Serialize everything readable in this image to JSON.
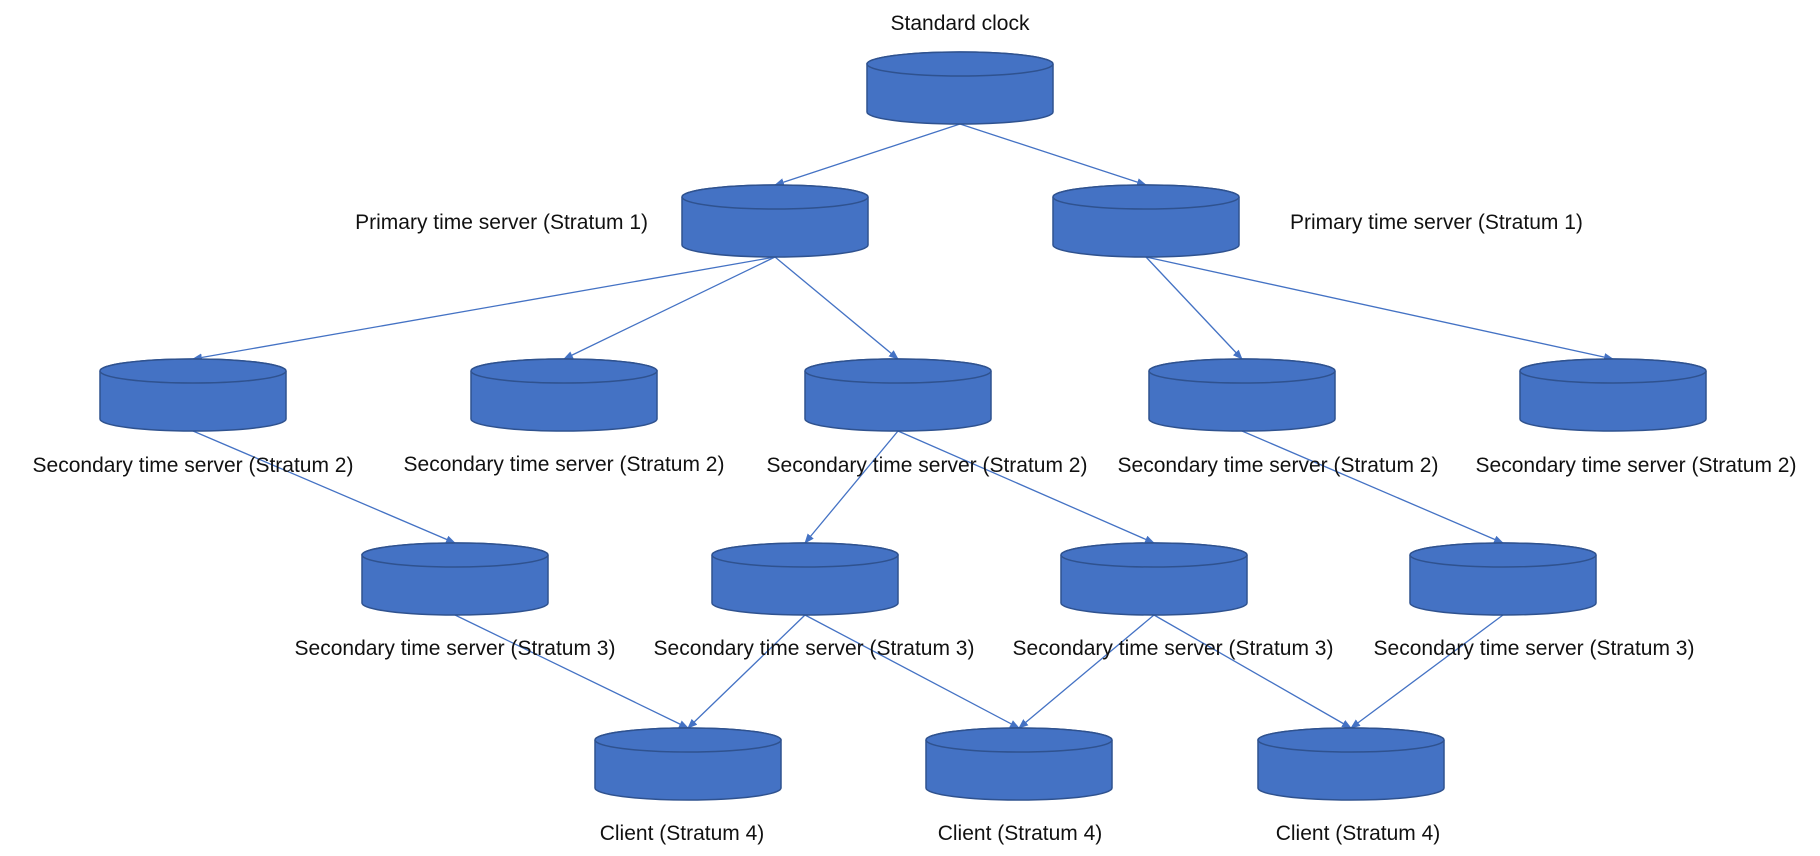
{
  "colors": {
    "node_fill": "#4472C4",
    "node_stroke": "#2F528F",
    "edge": "#4472C4",
    "text": "#111111"
  },
  "nodes": [
    {
      "id": "clock",
      "label": "Standard clock"
    },
    {
      "id": "p1",
      "label": "Primary time server (Stratum 1)"
    },
    {
      "id": "p2",
      "label": "Primary time server (Stratum 1)"
    },
    {
      "id": "s2a",
      "label": "Secondary time server (Stratum 2)"
    },
    {
      "id": "s2b",
      "label": "Secondary time server (Stratum 2)"
    },
    {
      "id": "s2c",
      "label": "Secondary time server (Stratum 2)"
    },
    {
      "id": "s2d",
      "label": "Secondary time server (Stratum 2)"
    },
    {
      "id": "s2e",
      "label": "Secondary time server (Stratum 2)"
    },
    {
      "id": "s3a",
      "label": "Secondary time server (Stratum 3)"
    },
    {
      "id": "s3b",
      "label": "Secondary time server (Stratum 3)"
    },
    {
      "id": "s3c",
      "label": "Secondary time server (Stratum 3)"
    },
    {
      "id": "s3d",
      "label": "Secondary time server (Stratum 3)"
    },
    {
      "id": "c1",
      "label": "Client (Stratum 4)"
    },
    {
      "id": "c2",
      "label": "Client (Stratum 4)"
    },
    {
      "id": "c3",
      "label": "Client (Stratum 4)"
    }
  ],
  "edges": [
    {
      "from": "clock",
      "to": "p1"
    },
    {
      "from": "clock",
      "to": "p2"
    },
    {
      "from": "p1",
      "to": "s2a"
    },
    {
      "from": "p1",
      "to": "s2b"
    },
    {
      "from": "p1",
      "to": "s2c"
    },
    {
      "from": "p2",
      "to": "s2d"
    },
    {
      "from": "p2",
      "to": "s2e"
    },
    {
      "from": "s2a",
      "to": "s3a"
    },
    {
      "from": "s2c",
      "to": "s3b"
    },
    {
      "from": "s2c",
      "to": "s3c"
    },
    {
      "from": "s2d",
      "to": "s3d"
    },
    {
      "from": "s3a",
      "to": "c1"
    },
    {
      "from": "s3b",
      "to": "c1"
    },
    {
      "from": "s3b",
      "to": "c2"
    },
    {
      "from": "s3c",
      "to": "c2"
    },
    {
      "from": "s3c",
      "to": "c3"
    },
    {
      "from": "s3d",
      "to": "c3"
    }
  ]
}
